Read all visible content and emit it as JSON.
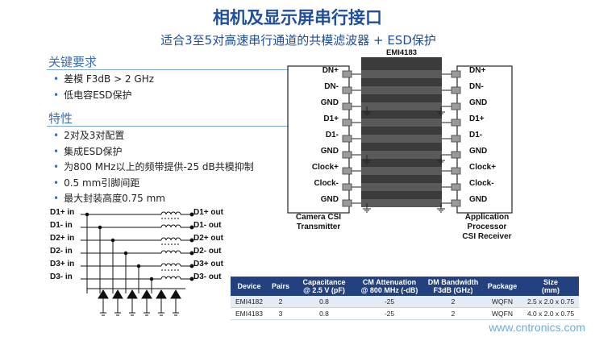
{
  "title": "相机及显示屏串行接口",
  "subtitle": "适合3至5对高速串行通道的共模滤波器 + ESD保护",
  "key_requirements": {
    "heading": "关键要求",
    "items": [
      "差模 F3dB > 2 GHz",
      "低电容ESD保护"
    ]
  },
  "features": {
    "heading": "特性",
    "items": [
      "2对及3对配置",
      "集成ESD保护",
      "为800 MHz以上的频带提供-25 dB共模抑制",
      "0.5 mm引脚间距",
      "最大封装高度0.75 mm"
    ]
  },
  "pinout": {
    "chip_label": "EMI4183",
    "left_pins": [
      "DN+",
      "DN-",
      "GND",
      "D1+",
      "D1-",
      "GND",
      "Clock+",
      "Clock-",
      "GND"
    ],
    "right_pins": [
      "DN+",
      "DN-",
      "GND",
      "D1+",
      "D1-",
      "GND",
      "Clock+",
      "Clock-",
      "GND"
    ],
    "left_box": "Camera CSI\nTransmitter",
    "right_box": "Application\nProcessor\nCSI Receiver"
  },
  "schematic": {
    "inputs": [
      "D1+ in",
      "D1- in",
      "D2+ in",
      "D2- in",
      "D3+ in",
      "D3- in"
    ],
    "outputs": [
      "D1+ out",
      "D1- out",
      "D2+ out",
      "D2- out",
      "D3+ out",
      "D3- out"
    ]
  },
  "table": {
    "headers": [
      "Device",
      "Pairs",
      "Capacitance\n@ 2.5 V (pF)",
      "CM Attenuation\n@ 800 MHz (-dB)",
      "DM Bandwidth\nF3dB (GHz)",
      "Package",
      "Size\n(mm)"
    ],
    "rows": [
      [
        "EMI4182",
        "2",
        "0.8",
        "-25",
        "2",
        "WQFN",
        "2.5 x 2.0 x 0.75"
      ],
      [
        "EMI4183",
        "3",
        "0.8",
        "-25",
        "2",
        "WQFN",
        "4.0 x 2.0 x 0.75"
      ]
    ]
  },
  "watermark": "www.cntronics.com",
  "colors": {
    "title": "#1f4e9c",
    "table_header": "#24417f",
    "chip": "#3b3b3b"
  }
}
